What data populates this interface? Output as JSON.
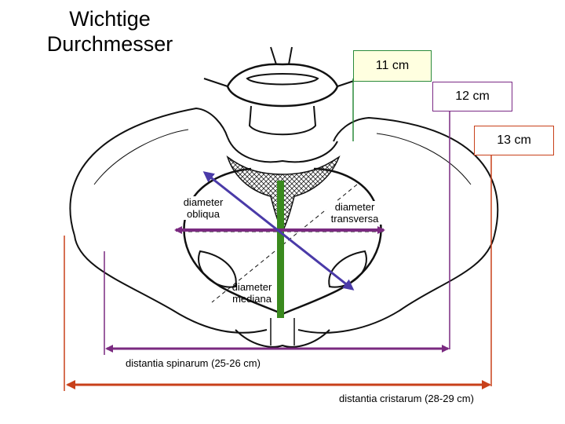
{
  "title": "Wichtige Durchmesser",
  "measurements": {
    "conjugata": "11 cm",
    "obliqua": "12 cm",
    "transversa": "13 cm"
  },
  "labels": {
    "diameter_obliqua": "diameter obliqua",
    "diameter_transversa": "diameter transversa",
    "diameter_mediana": "diameter mediana",
    "distantia_spinarum": "distantia spinarum (25-26 cm)",
    "distantia_cristarum": "distantia cristarum (28-29 cm)"
  },
  "colors": {
    "mediana": "#3a8a1e",
    "obliqua": "#4a3aa8",
    "transversa": "#7a2a80",
    "cristarum": "#c8401a"
  }
}
